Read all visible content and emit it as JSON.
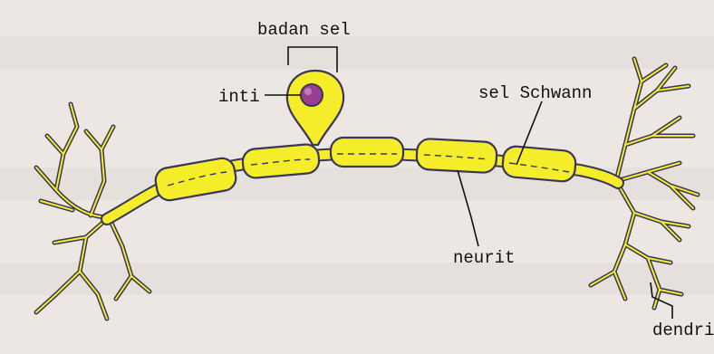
{
  "labels": {
    "cell_body": "badan sel",
    "nucleus": "inti",
    "schwann_cell": "sel Schwann",
    "axon": "neurit",
    "dendrite": "dendrit"
  },
  "colors": {
    "neuron_fill": "#f5ec2a",
    "neuron_outline": "#3a3658",
    "nucleus_fill": "#9a3f8f",
    "background": "#ece7e3"
  }
}
